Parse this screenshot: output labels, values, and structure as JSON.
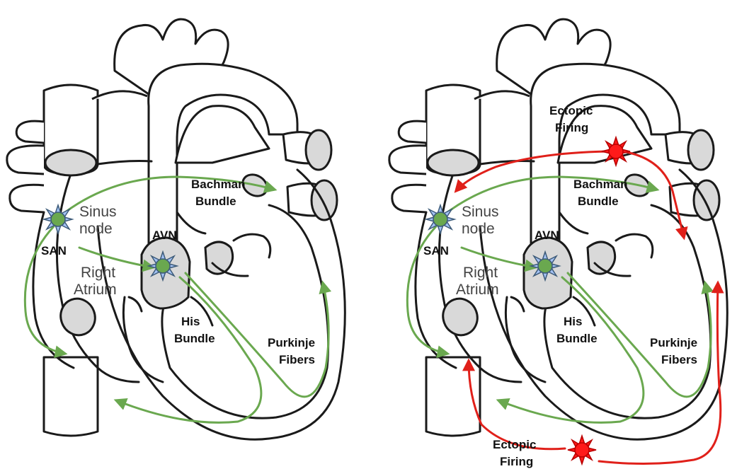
{
  "panels": [
    {
      "id": "left",
      "labels": {
        "san": "SAN",
        "sinus_line1": "Sinus",
        "sinus_line2": "node",
        "avn": "AVN",
        "right_atrium_line1": "Right",
        "right_atrium_line2": "Atrium",
        "bachman_line1": "Bachman",
        "bachman_line2": "Bundle",
        "his_line1": "His",
        "his_line2": "Bundle",
        "purkinje_line1": "Purkinje",
        "purkinje_line2": "Fibers"
      }
    },
    {
      "id": "right",
      "labels": {
        "san": "SAN",
        "sinus_line1": "Sinus",
        "sinus_line2": "node",
        "avn": "AVN",
        "right_atrium_line1": "Right",
        "right_atrium_line2": "Atrium",
        "bachman_line1": "Bachman",
        "bachman_line2": "Bundle",
        "his_line1": "His",
        "his_line2": "Bundle",
        "purkinje_line1": "Purkinje",
        "purkinje_line2": "Fibers",
        "ectopic_top_line1": "Ectopic",
        "ectopic_top_line2": "Firing",
        "ectopic_bottom_line1": "Ectopic",
        "ectopic_bottom_line2": "Firing"
      }
    }
  ],
  "colors": {
    "normal_conduction": "#6aa84f",
    "ectopic_conduction": "#e0201a",
    "node_fill": "#6aa84f",
    "node_star": "#a4c2f4",
    "ectopic_fill": "#ff1a1a",
    "tissue_grey": "#d9d9d9"
  }
}
